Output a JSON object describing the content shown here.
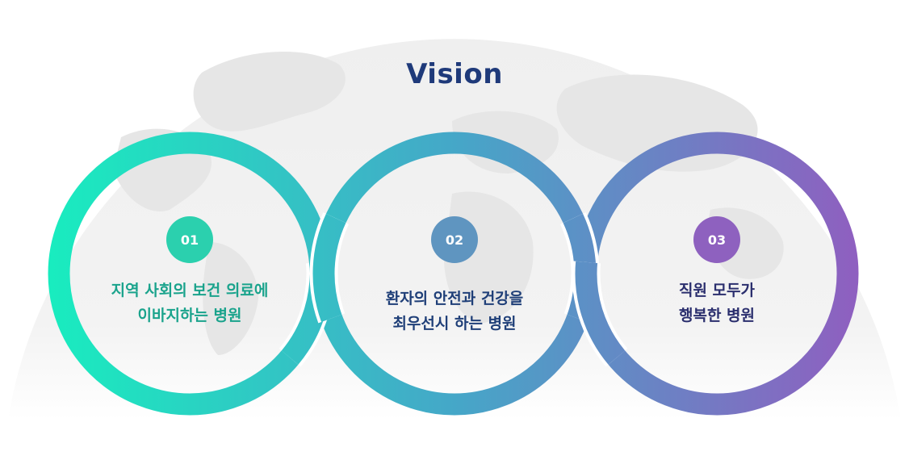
{
  "title": "Vision",
  "colors": {
    "title": "#1f3a7a",
    "teal": "#19ecbf",
    "mid": "#45a7c8",
    "purple": "#8f5fc0",
    "badge1": "#2bd0ae",
    "badge2": "#5f95c0",
    "badge3": "#8e61bf",
    "text1": "#1aa38c",
    "text2": "#1f3f78",
    "text3": "#2b2f6e",
    "globe": "#f2f2f2"
  },
  "visions": [
    {
      "number": "01",
      "lines": [
        "지역 사회의 보건 의료에",
        "이바지하는 병원"
      ]
    },
    {
      "number": "02",
      "lines": [
        "환자의 안전과 건강을",
        "최우선시 하는 병원"
      ]
    },
    {
      "number": "03",
      "lines": [
        "직원 모두가",
        "행복한 병원"
      ]
    }
  ]
}
